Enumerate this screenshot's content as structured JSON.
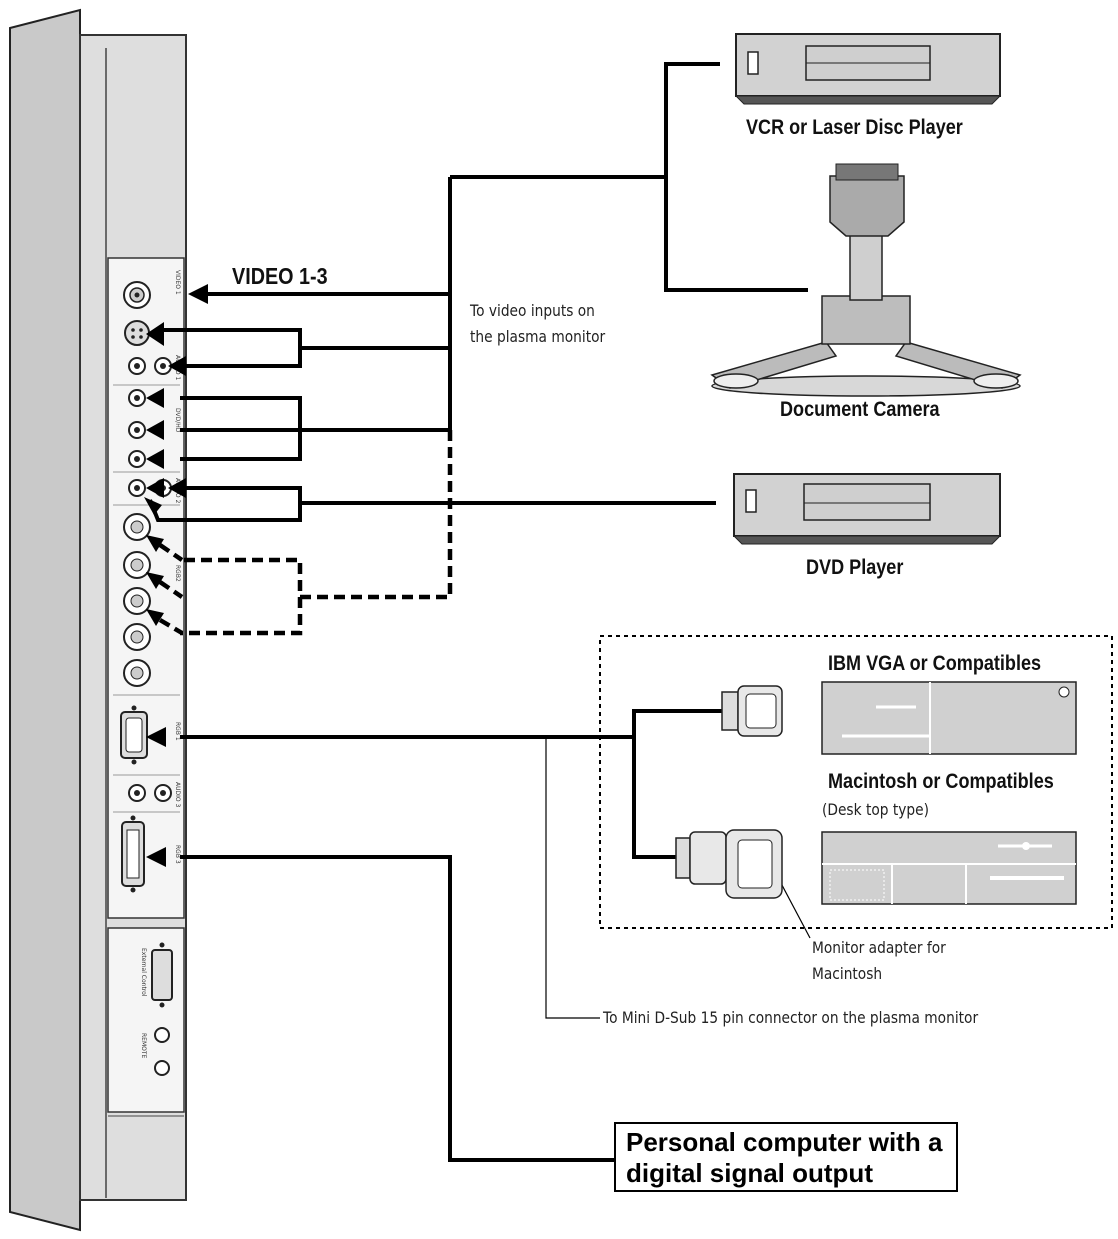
{
  "labels": {
    "video_1_3": "VIDEO 1-3",
    "to_video_inputs": [
      "To video inputs on",
      "the plasma monitor"
    ],
    "monitor_adapter": [
      "Monitor adapter for",
      "Macintosh"
    ],
    "to_mini_dsub": "To Mini D-Sub 15 pin connector on the plasma monitor"
  },
  "devices": {
    "vcr": "VCR or Laser Disc Player",
    "document_camera": "Document Camera",
    "dvd_player": "DVD Player",
    "ibm_vga": "IBM VGA or Compatibles",
    "macintosh": "Macintosh or Compatibles",
    "desk_top_type": "(Desk top type)",
    "personal_computer": [
      "Personal computer with a",
      "digital signal output"
    ]
  },
  "panel": {
    "labels": [
      "VIDEO 1",
      "AUDIO 1",
      "DVD/HD",
      "AUDIO 2",
      "RGB2",
      "RGB 1",
      "AUDIO 3",
      "RGB 3",
      "External Control",
      "REMOTE"
    ]
  }
}
